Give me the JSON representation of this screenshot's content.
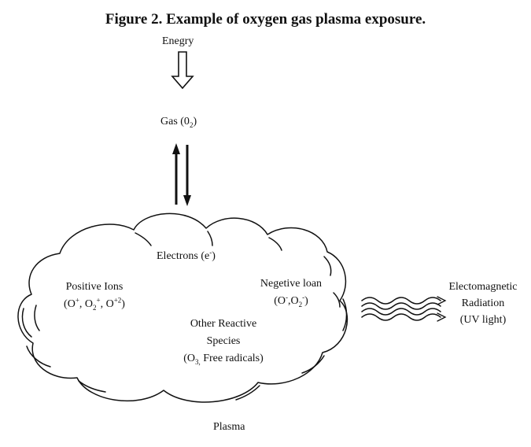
{
  "title": "Figure 2. Example of oxygen gas plasma exposure.",
  "energy_label": "Enegry",
  "gas": {
    "text": "Gas (0",
    "sub": "2",
    "close": ")"
  },
  "electrons": {
    "text": "Electrons (e",
    "sup": "-",
    "close": ")"
  },
  "positive_ions": {
    "heading": "Positive Ions",
    "open": "(O",
    "sup1": "+",
    "mid1": ", O",
    "sub2": "2",
    "sup2": "+",
    "mid2": ", O",
    "sup3": "+2",
    "close": ")"
  },
  "negative_ions": {
    "heading": "Negetive loan",
    "open": "(O",
    "sup1": "-",
    "mid": ",O",
    "sub2": "2",
    "sup2": "-",
    "close": ")"
  },
  "other_species": {
    "line1": "Other Reactive",
    "line2": "Species",
    "open": "(O",
    "sub": "3,",
    "rest": " Free radicals)"
  },
  "radiation": {
    "line1": "Electomagnetic",
    "line2": "Radiation",
    "line3": "(UV light)"
  },
  "plasma_label": "Plasma",
  "colors": {
    "ink": "#111111",
    "background": "#ffffff"
  }
}
